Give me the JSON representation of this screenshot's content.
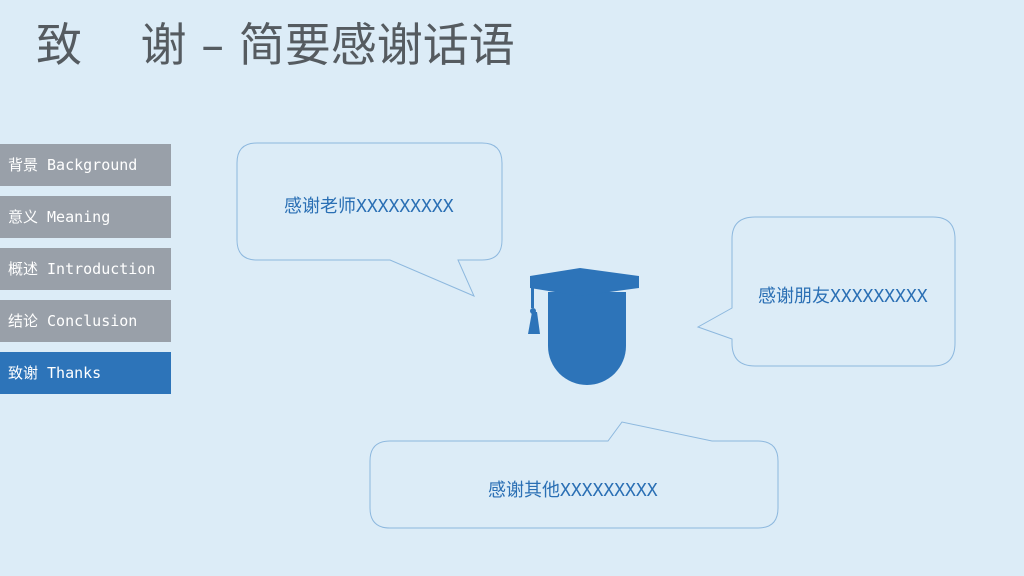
{
  "slide": {
    "title": "致    谢 – 简要感谢话语"
  },
  "nav": {
    "items": [
      {
        "label": "背景 Background"
      },
      {
        "label": "意义 Meaning"
      },
      {
        "label": "概述 Introduction"
      },
      {
        "label": "结论 Conclusion"
      },
      {
        "label": "致谢 Thanks"
      }
    ],
    "active_index": 4
  },
  "bubbles": {
    "teacher": "感谢老师XXXXXXXXX",
    "friend": "感谢朋友XXXXXXXXX",
    "others": "感谢其他XXXXXXXXX"
  },
  "colors": {
    "background": "#dcecf7",
    "accent": "#2d74b9",
    "nav_inactive": "#99a0a9",
    "title": "#555b60",
    "bubble_border": "#8db8de"
  },
  "icons": {
    "center": "graduate-cap-icon"
  }
}
